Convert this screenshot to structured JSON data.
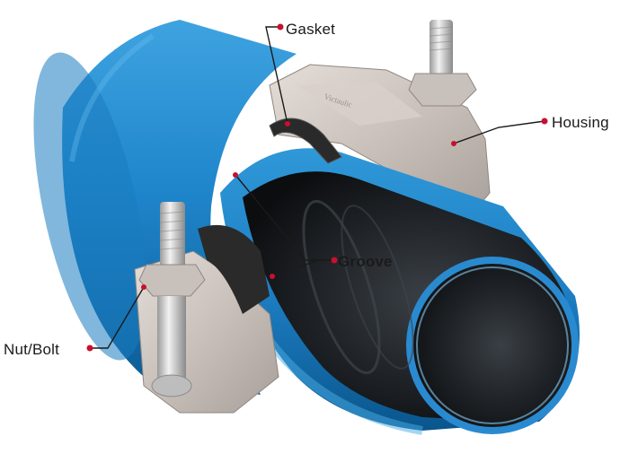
{
  "labels": {
    "gasket": "Gasket",
    "housing": "Housing",
    "groove": "Groove",
    "nut_bolt": "Nut/Bolt"
  },
  "colors": {
    "pipe_blue": "#1f86cc",
    "pipe_blue_dark": "#0d5e9a",
    "pipe_inner": "#1b1e22",
    "housing_metal": "#cfc7c1",
    "gasket_black": "#2a2a2a",
    "bolt_steel": "#d9d9d9",
    "callout_red": "#c8102e"
  },
  "icons": {
    "pipe": "pipe-cutaway",
    "coupling": "grooved-coupling"
  }
}
